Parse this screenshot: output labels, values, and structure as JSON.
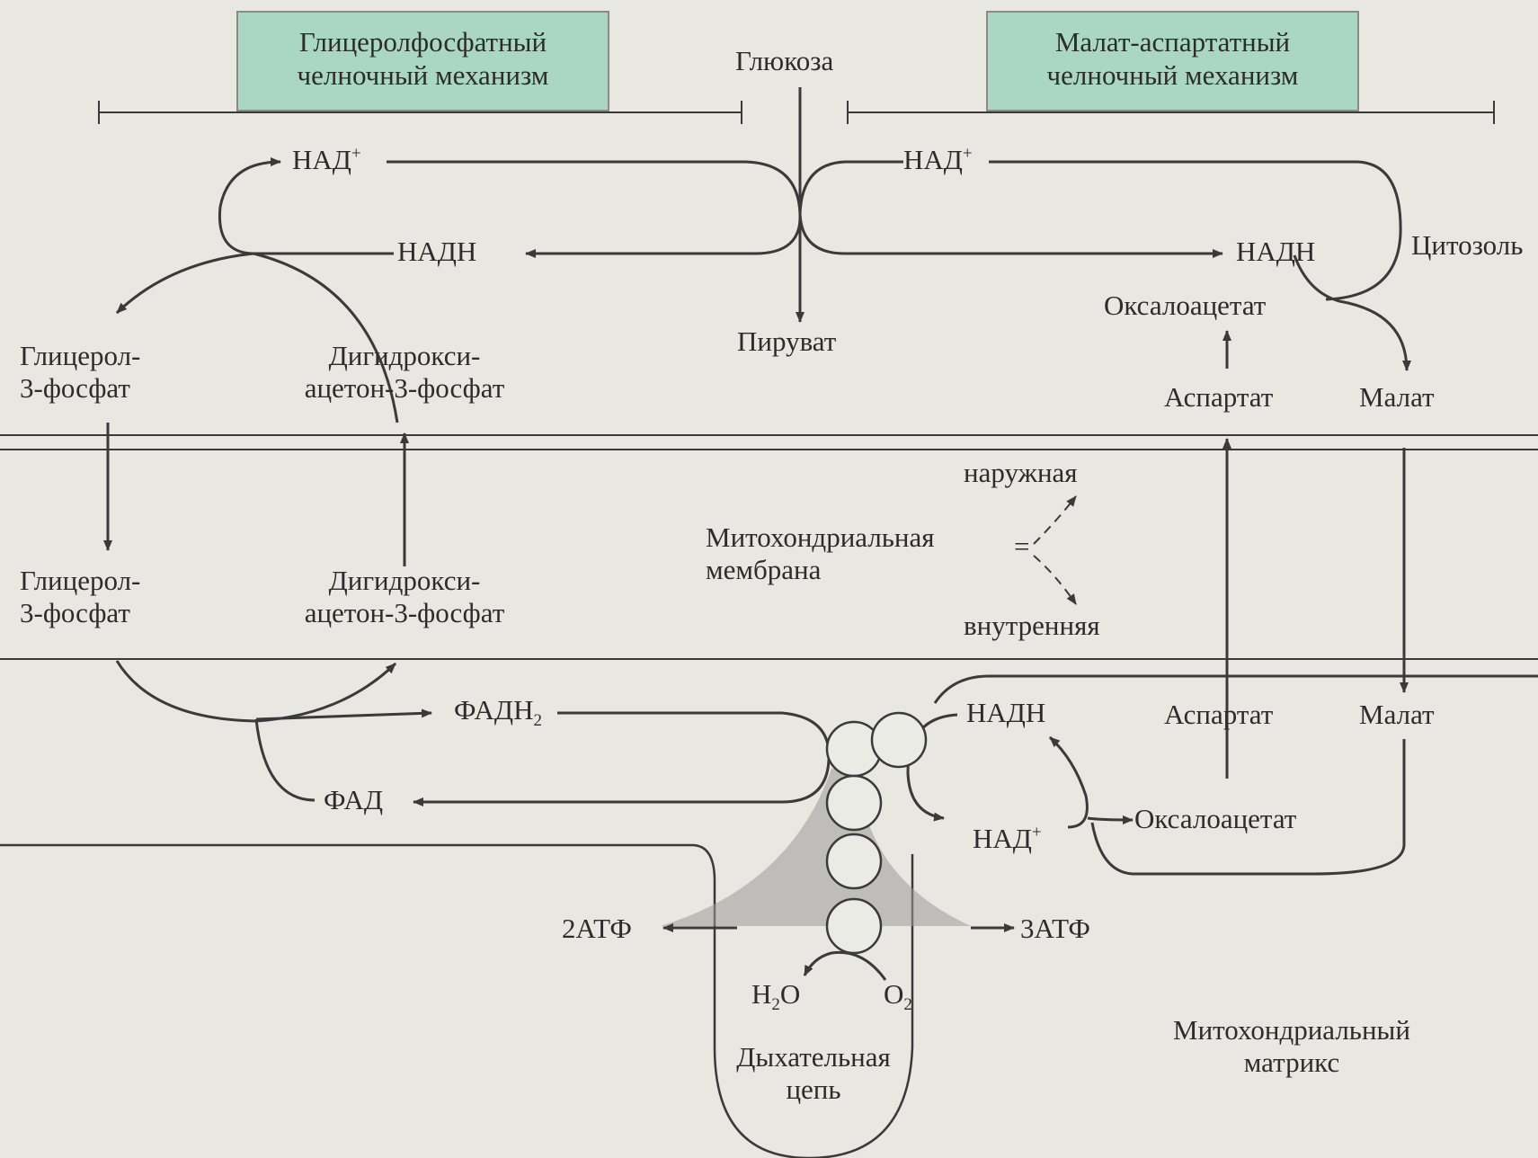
{
  "header": {
    "glycerol_shuttle": [
      "Глицеролфосфатный",
      "челночный механизм"
    ],
    "malate_shuttle": [
      "Малат-аспартатный",
      "челночный механизм"
    ]
  },
  "cytosol": {
    "glucose": "Глюкоза",
    "pyruvate": "Пируват",
    "nad_left": "НАД",
    "nad_right": "НАД",
    "nadh_left": "НАДН",
    "nadh_right": "НАДН",
    "cytosol_label": "Цитозоль",
    "g3p": [
      "Глицерол-",
      "3-фосфат"
    ],
    "dhap": [
      "Дигидрокси-",
      "ацетон-3-фосфат"
    ],
    "oxaloacetate": "Оксалоацетат",
    "aspartate": "Аспартат",
    "malate": "Малат"
  },
  "membrane": {
    "g3p": [
      "Глицерол-",
      "3-фосфат"
    ],
    "dhap": [
      "Дигидрокси-",
      "ацетон-3-фосфат"
    ],
    "outer": "наружная",
    "inner": "внутренняя",
    "label": [
      "Митохондриальная",
      "мембрана"
    ]
  },
  "matrix": {
    "fadh2": "ФАДН",
    "fadh2_sub": "2",
    "fad": "ФАД",
    "nadh": "НАДН",
    "nad": "НАД",
    "aspartate": "Аспартат",
    "malate": "Малат",
    "oxaloacetate": "Оксалоацетат",
    "atp2": "2АТФ",
    "atp3": "3АТФ",
    "h2o": "H",
    "h2o_sub": "2",
    "h2o_tail": "O",
    "o2": "O",
    "o2_sub": "2",
    "resp_chain": [
      "Дыхательная",
      "цепь"
    ],
    "matrix_label": [
      "Митохондриальный",
      "матрикс"
    ]
  },
  "sup_plus": "+"
}
